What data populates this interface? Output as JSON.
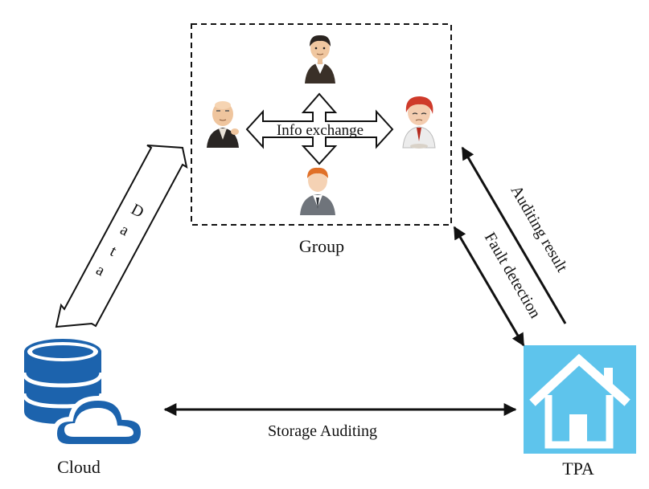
{
  "group": {
    "label": "Group",
    "center_label": "Info exchange"
  },
  "nodes": {
    "cloud_label": "Cloud",
    "tpa_label": "TPA"
  },
  "edges": {
    "data_label": [
      "D",
      "a",
      "t",
      "a"
    ],
    "storage_auditing": "Storage Auditing",
    "fault_detection": "Fault detection",
    "auditing_result": "Auditing result"
  },
  "icons": {
    "cloud_database": "database-cloud-icon",
    "tpa_home": "house-icon",
    "members": [
      "user-top-icon",
      "user-left-icon",
      "user-right-icon",
      "user-bottom-icon"
    ]
  },
  "colors": {
    "db_blue": "#1c63ad",
    "tpa_bg": "#5ec4ec",
    "line": "#111111"
  }
}
